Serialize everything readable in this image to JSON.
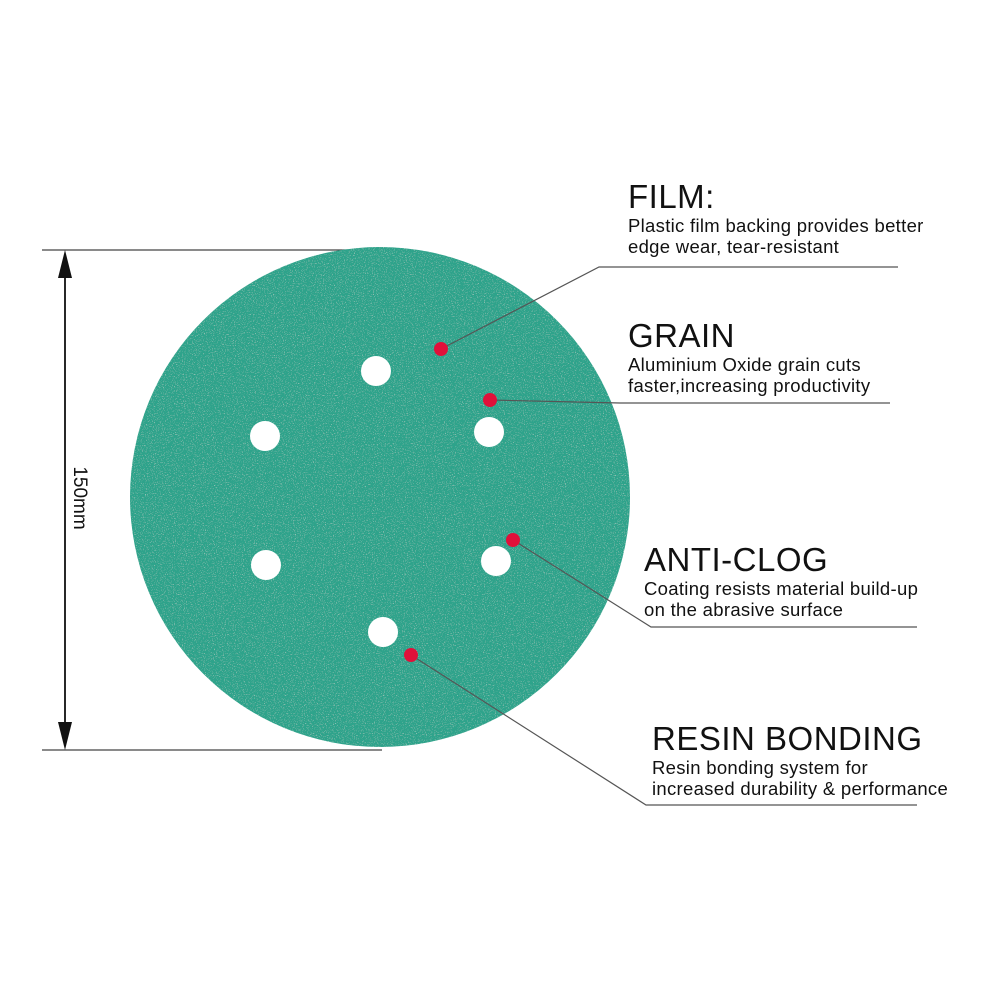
{
  "diagram": {
    "disc_color": "#2fa38b",
    "marker_color": "#e0103a",
    "dimension_label": "150mm",
    "callouts": [
      {
        "title": "FILM:",
        "lines": [
          "Plastic film backing provides better",
          "edge wear, tear-resistant"
        ]
      },
      {
        "title": "GRAIN",
        "lines": [
          "Aluminium Oxide grain cuts",
          "faster,increasing productivity"
        ]
      },
      {
        "title": "ANTI-CLOG",
        "lines": [
          "Coating resists material build-up",
          "on the abrasive surface"
        ]
      },
      {
        "title": "RESIN BONDING",
        "lines": [
          "Resin bonding system for",
          "increased durability & performance"
        ]
      }
    ]
  }
}
